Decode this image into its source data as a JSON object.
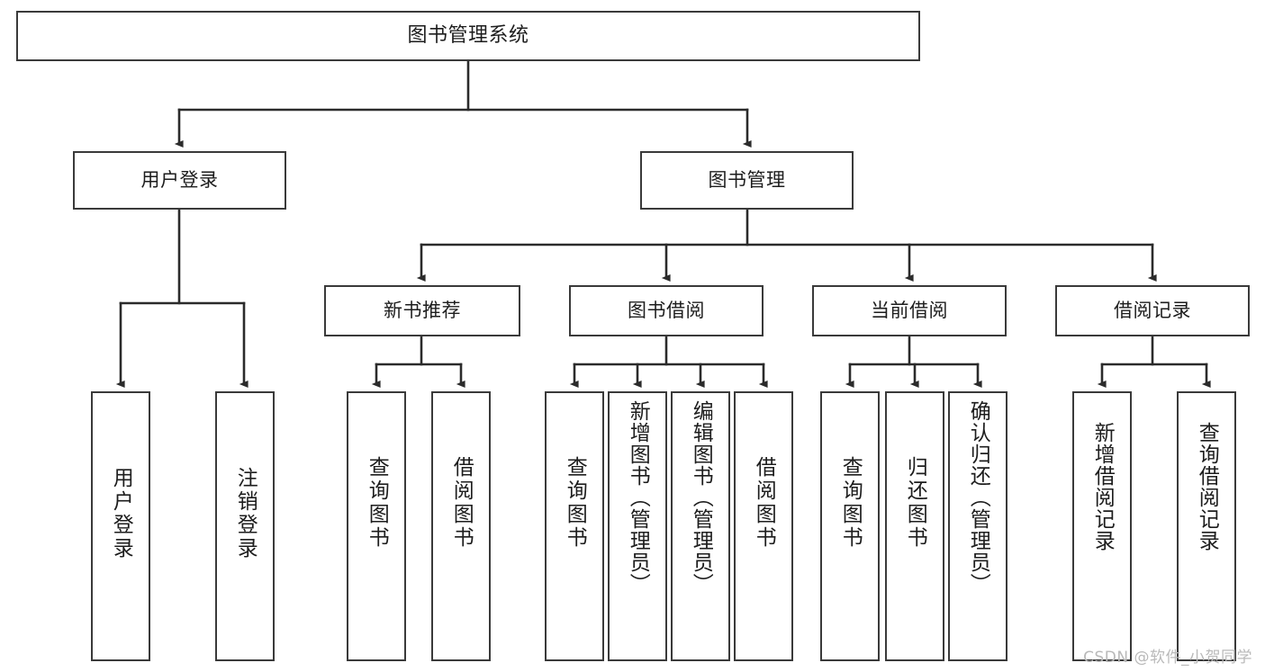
{
  "diagram": {
    "type": "tree",
    "title": "图书管理系统",
    "watermark": "CSDN @软件_小贺同学",
    "colors": {
      "box_border": "#3a3a3a",
      "box_fill": "#ffffff",
      "edge": "#2b2b2b",
      "text": "#1d1d1d",
      "watermark": "#b9b9b9",
      "background": "#ffffff"
    },
    "root": {
      "label": "图书管理系统"
    },
    "level2": [
      {
        "label": "用户登录"
      },
      {
        "label": "图书管理"
      }
    ],
    "level3": [
      {
        "label": "新书推荐"
      },
      {
        "label": "图书借阅"
      },
      {
        "label": "当前借阅"
      },
      {
        "label": "借阅记录"
      }
    ],
    "leaves": {
      "user_login": [
        {
          "label": "用户登录"
        },
        {
          "label": "注销登录"
        }
      ],
      "new_recommend": [
        {
          "label": "查询图书"
        },
        {
          "label": "借阅图书"
        }
      ],
      "book_borrow": [
        {
          "label": "查询图书"
        },
        {
          "label": "新增图书（管理员）"
        },
        {
          "label": "编辑图书（管理员）"
        },
        {
          "label": "借阅图书"
        }
      ],
      "current_borrow": [
        {
          "label": "查询图书"
        },
        {
          "label": "归还图书"
        },
        {
          "label": "确认归还（管理员）"
        }
      ],
      "borrow_record": [
        {
          "label": "新增借阅记录"
        },
        {
          "label": "查询借阅记录"
        }
      ]
    }
  }
}
